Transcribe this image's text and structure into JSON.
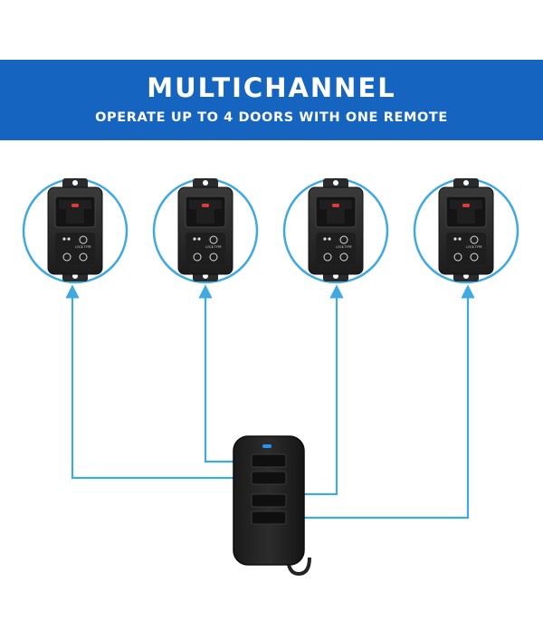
{
  "banner": {
    "title": "MULTICHANNEL",
    "subtitle": "OPERATE UP TO 4 DOORS WITH ONE REMOTE",
    "background_color": "#1565c0"
  },
  "receivers": [
    {
      "id": 1,
      "label": "LOCK TYPE"
    },
    {
      "id": 2,
      "label": "LOCK TYPE"
    },
    {
      "id": 3,
      "label": "LOCK TYPE"
    },
    {
      "id": 4,
      "label": "LOCK TYPE"
    }
  ],
  "remote": {
    "button_count": 4,
    "indicator_color": "#2196f3"
  },
  "connector_color": "#3fa9e0",
  "receiver_ring_color": "#3fa9e0"
}
